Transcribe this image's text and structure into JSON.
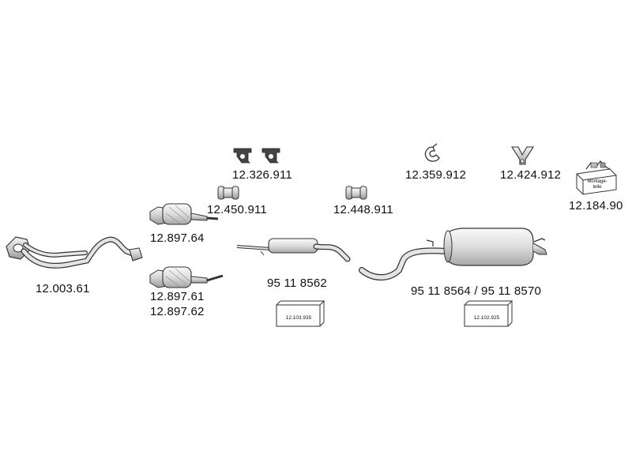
{
  "parts": {
    "front_pipe": "12.003.61",
    "catalyst_a": "12.897.64",
    "catalyst_b_1": "12.897.61",
    "catalyst_b_2": "12.897.62",
    "clamp_a": "12.450.911",
    "hanger_pair": "12.326.911",
    "clamp_b": "12.448.911",
    "middle_silencer": "95 11 8562",
    "hanger_hook": "12.359.912",
    "hanger_v": "12.424.912",
    "rear_silencer": "95 11 8564 / 95 11 8570",
    "mounting_kit": "12.184.90"
  },
  "kits": {
    "kit_middle": "12.103.935",
    "kit_rear": "12.102.925",
    "mounting_kit_box_label_1": "Montage-",
    "mounting_kit_box_label_2": "teile"
  },
  "colors": {
    "line": "#333333",
    "metal_light": "#e6e6e6",
    "metal_mid": "#bdbdbd",
    "metal_dark": "#8c8c8c",
    "label": "#111111"
  }
}
